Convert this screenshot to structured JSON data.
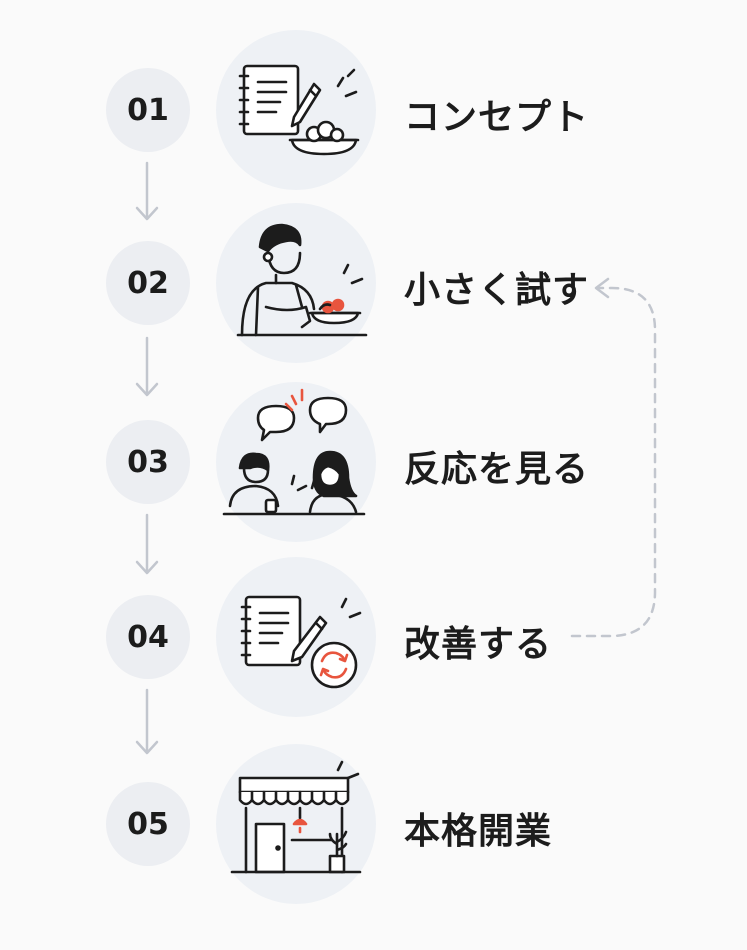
{
  "steps": [
    {
      "number": "01",
      "label": "コンセプト",
      "icon": "notebook-pencil-bowl-icon"
    },
    {
      "number": "02",
      "label": "小さく試す",
      "icon": "person-serving-dish-icon"
    },
    {
      "number": "03",
      "label": "反応を見る",
      "icon": "customers-talking-icon"
    },
    {
      "number": "04",
      "label": "改善する",
      "icon": "notebook-refresh-icon"
    },
    {
      "number": "05",
      "label": "本格開業",
      "icon": "storefront-icon"
    }
  ],
  "colors": {
    "accent": "#e8553e",
    "badge_bg": "#eceef2",
    "illus_bg": "#eef1f5",
    "arrow": "#c2c6ce",
    "ink": "#1c1c1c"
  }
}
